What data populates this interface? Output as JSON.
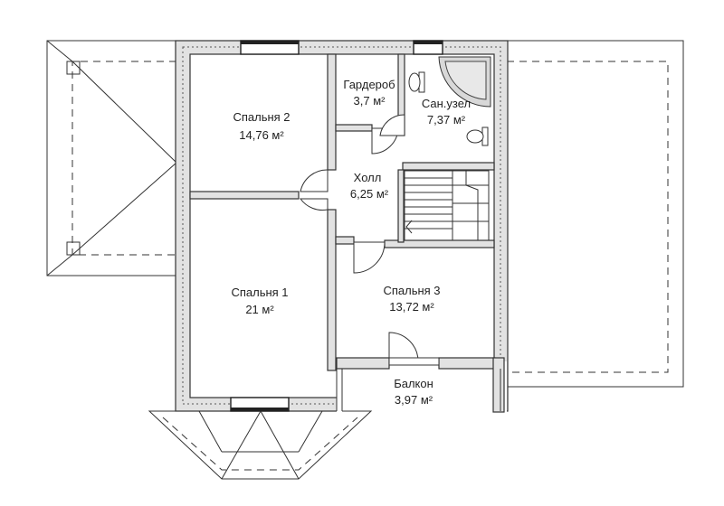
{
  "plan": {
    "rooms": [
      {
        "id": "bedroom2",
        "name": "Спальня 2",
        "area": "14,76 м²"
      },
      {
        "id": "wardrobe",
        "name": "Гардероб",
        "area": "3,7 м²"
      },
      {
        "id": "bathroom",
        "name": "Сан.узел",
        "area": "7,37 м²"
      },
      {
        "id": "hall",
        "name": "Холл",
        "area": "6,25 м²"
      },
      {
        "id": "bedroom1",
        "name": "Спальня 1",
        "area": "21 м²"
      },
      {
        "id": "bedroom3",
        "name": "Спальня 3",
        "area": "13,72 м²"
      },
      {
        "id": "balcony",
        "name": "Балкон",
        "area": "3,97 м²"
      }
    ]
  }
}
